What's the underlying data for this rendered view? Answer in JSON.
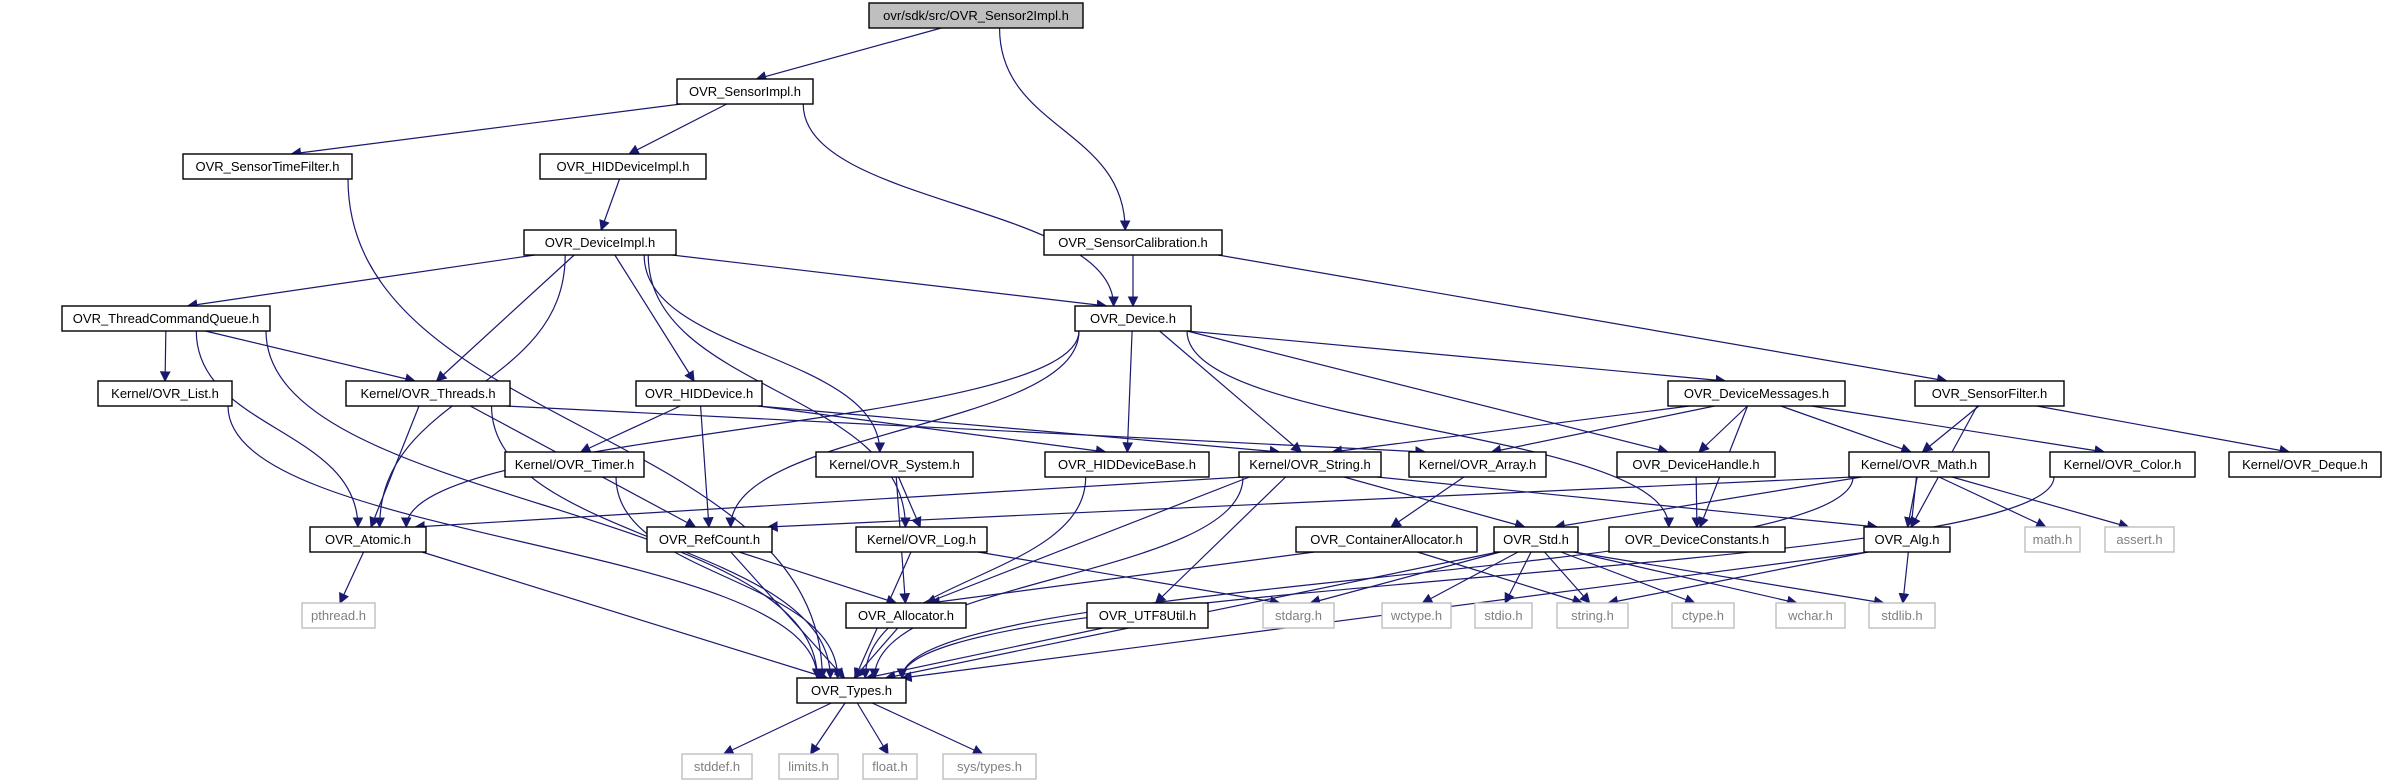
{
  "graph": {
    "title": "ovr/sdk/src/OVR_Sensor2Impl.h",
    "colors": {
      "edge": "#191970",
      "root_fill": "#bfbfbf",
      "system_border": "#bfbfbf",
      "system_text": "#808080"
    },
    "nodes": [
      {
        "id": "root",
        "label": "ovr/sdk/src/OVR_Sensor2Impl.h",
        "kind": "root"
      },
      {
        "id": "sensorimpl",
        "label": "OVR_SensorImpl.h",
        "kind": "project"
      },
      {
        "id": "sensortimefilter",
        "label": "OVR_SensorTimeFilter.h",
        "kind": "project"
      },
      {
        "id": "hiddeviceimpl",
        "label": "OVR_HIDDeviceImpl.h",
        "kind": "project"
      },
      {
        "id": "deviceimpl",
        "label": "OVR_DeviceImpl.h",
        "kind": "project"
      },
      {
        "id": "sensorcalibration",
        "label": "OVR_SensorCalibration.h",
        "kind": "project"
      },
      {
        "id": "threadcommandqueue",
        "label": "OVR_ThreadCommandQueue.h",
        "kind": "project"
      },
      {
        "id": "device",
        "label": "OVR_Device.h",
        "kind": "project"
      },
      {
        "id": "kernel_list",
        "label": "Kernel/OVR_List.h",
        "kind": "project"
      },
      {
        "id": "kernel_threads",
        "label": "Kernel/OVR_Threads.h",
        "kind": "project"
      },
      {
        "id": "hiddevice",
        "label": "OVR_HIDDevice.h",
        "kind": "project"
      },
      {
        "id": "devicemessages",
        "label": "OVR_DeviceMessages.h",
        "kind": "project"
      },
      {
        "id": "sensorfilter",
        "label": "OVR_SensorFilter.h",
        "kind": "project"
      },
      {
        "id": "kernel_timer",
        "label": "Kernel/OVR_Timer.h",
        "kind": "project"
      },
      {
        "id": "kernel_system",
        "label": "Kernel/OVR_System.h",
        "kind": "project"
      },
      {
        "id": "hiddevicebase",
        "label": "OVR_HIDDeviceBase.h",
        "kind": "project"
      },
      {
        "id": "kernel_string",
        "label": "Kernel/OVR_String.h",
        "kind": "project"
      },
      {
        "id": "kernel_array",
        "label": "Kernel/OVR_Array.h",
        "kind": "project"
      },
      {
        "id": "devicehandle",
        "label": "OVR_DeviceHandle.h",
        "kind": "project"
      },
      {
        "id": "kernel_math",
        "label": "Kernel/OVR_Math.h",
        "kind": "project"
      },
      {
        "id": "kernel_color",
        "label": "Kernel/OVR_Color.h",
        "kind": "project"
      },
      {
        "id": "kernel_deque",
        "label": "Kernel/OVR_Deque.h",
        "kind": "project"
      },
      {
        "id": "atomic",
        "label": "OVR_Atomic.h",
        "kind": "project"
      },
      {
        "id": "refcount",
        "label": "OVR_RefCount.h",
        "kind": "project"
      },
      {
        "id": "kernel_log",
        "label": "Kernel/OVR_Log.h",
        "kind": "project"
      },
      {
        "id": "containerallocator",
        "label": "OVR_ContainerAllocator.h",
        "kind": "project"
      },
      {
        "id": "std",
        "label": "OVR_Std.h",
        "kind": "project"
      },
      {
        "id": "deviceconstants",
        "label": "OVR_DeviceConstants.h",
        "kind": "project"
      },
      {
        "id": "alg",
        "label": "OVR_Alg.h",
        "kind": "project"
      },
      {
        "id": "math_h",
        "label": "math.h",
        "kind": "system"
      },
      {
        "id": "assert_h",
        "label": "assert.h",
        "kind": "system"
      },
      {
        "id": "pthread_h",
        "label": "pthread.h",
        "kind": "system"
      },
      {
        "id": "allocator",
        "label": "OVR_Allocator.h",
        "kind": "project"
      },
      {
        "id": "utf8util",
        "label": "OVR_UTF8Util.h",
        "kind": "project"
      },
      {
        "id": "stdarg_h",
        "label": "stdarg.h",
        "kind": "system"
      },
      {
        "id": "wctype_h",
        "label": "wctype.h",
        "kind": "system"
      },
      {
        "id": "stdio_h",
        "label": "stdio.h",
        "kind": "system"
      },
      {
        "id": "string_h",
        "label": "string.h",
        "kind": "system"
      },
      {
        "id": "ctype_h",
        "label": "ctype.h",
        "kind": "system"
      },
      {
        "id": "wchar_h",
        "label": "wchar.h",
        "kind": "system"
      },
      {
        "id": "stdlib_h",
        "label": "stdlib.h",
        "kind": "system"
      },
      {
        "id": "types",
        "label": "OVR_Types.h",
        "kind": "project"
      },
      {
        "id": "stddef_h",
        "label": "stddef.h",
        "kind": "system"
      },
      {
        "id": "limits_h",
        "label": "limits.h",
        "kind": "system"
      },
      {
        "id": "float_h",
        "label": "float.h",
        "kind": "system"
      },
      {
        "id": "systypes_h",
        "label": "sys/types.h",
        "kind": "system"
      }
    ],
    "edges": [
      [
        "root",
        "sensorimpl"
      ],
      [
        "root",
        "sensorcalibration"
      ],
      [
        "sensorimpl",
        "sensortimefilter"
      ],
      [
        "sensorimpl",
        "hiddeviceimpl"
      ],
      [
        "sensorimpl",
        "device"
      ],
      [
        "sensortimefilter",
        "types"
      ],
      [
        "hiddeviceimpl",
        "deviceimpl"
      ],
      [
        "deviceimpl",
        "threadcommandqueue"
      ],
      [
        "deviceimpl",
        "device"
      ],
      [
        "deviceimpl",
        "kernel_threads"
      ],
      [
        "deviceimpl",
        "atomic"
      ],
      [
        "deviceimpl",
        "hiddevice"
      ],
      [
        "deviceimpl",
        "kernel_system"
      ],
      [
        "deviceimpl",
        "kernel_log"
      ],
      [
        "sensorcalibration",
        "device"
      ],
      [
        "sensorcalibration",
        "sensorfilter"
      ],
      [
        "threadcommandqueue",
        "kernel_list"
      ],
      [
        "threadcommandqueue",
        "kernel_threads"
      ],
      [
        "threadcommandqueue",
        "atomic"
      ],
      [
        "threadcommandqueue",
        "types"
      ],
      [
        "device",
        "atomic"
      ],
      [
        "device",
        "refcount"
      ],
      [
        "device",
        "hiddevicebase"
      ],
      [
        "device",
        "kernel_string"
      ],
      [
        "device",
        "devicemessages"
      ],
      [
        "device",
        "devicehandle"
      ],
      [
        "device",
        "deviceconstants"
      ],
      [
        "kernel_list",
        "types"
      ],
      [
        "kernel_threads",
        "atomic"
      ],
      [
        "kernel_threads",
        "refcount"
      ],
      [
        "kernel_threads",
        "kernel_array"
      ],
      [
        "kernel_threads",
        "types"
      ],
      [
        "hiddevice",
        "kernel_timer"
      ],
      [
        "hiddevice",
        "refcount"
      ],
      [
        "hiddevice",
        "hiddevicebase"
      ],
      [
        "hiddevice",
        "kernel_string"
      ],
      [
        "devicemessages",
        "kernel_string"
      ],
      [
        "devicemessages",
        "kernel_array"
      ],
      [
        "devicemessages",
        "devicehandle"
      ],
      [
        "devicemessages",
        "kernel_math"
      ],
      [
        "devicemessages",
        "kernel_color"
      ],
      [
        "devicemessages",
        "deviceconstants"
      ],
      [
        "sensorfilter",
        "kernel_math"
      ],
      [
        "sensorfilter",
        "kernel_deque"
      ],
      [
        "sensorfilter",
        "alg"
      ],
      [
        "kernel_timer",
        "types"
      ],
      [
        "kernel_system",
        "kernel_log"
      ],
      [
        "kernel_system",
        "allocator"
      ],
      [
        "hiddevicebase",
        "types"
      ],
      [
        "kernel_string",
        "atomic"
      ],
      [
        "kernel_string",
        "allocator"
      ],
      [
        "kernel_string",
        "utf8util"
      ],
      [
        "kernel_string",
        "std"
      ],
      [
        "kernel_string",
        "alg"
      ],
      [
        "kernel_string",
        "types"
      ],
      [
        "kernel_array",
        "containerallocator"
      ],
      [
        "devicehandle",
        "deviceconstants"
      ],
      [
        "kernel_math",
        "refcount"
      ],
      [
        "kernel_math",
        "std"
      ],
      [
        "kernel_math",
        "alg"
      ],
      [
        "kernel_math",
        "math_h"
      ],
      [
        "kernel_math",
        "assert_h"
      ],
      [
        "kernel_math",
        "stdlib_h"
      ],
      [
        "kernel_math",
        "types"
      ],
      [
        "kernel_color",
        "types"
      ],
      [
        "atomic",
        "pthread_h"
      ],
      [
        "atomic",
        "types"
      ],
      [
        "refcount",
        "allocator"
      ],
      [
        "refcount",
        "types"
      ],
      [
        "kernel_log",
        "stdarg_h"
      ],
      [
        "kernel_log",
        "types"
      ],
      [
        "containerallocator",
        "allocator"
      ],
      [
        "containerallocator",
        "string_h"
      ],
      [
        "std",
        "stdarg_h"
      ],
      [
        "std",
        "wctype_h"
      ],
      [
        "std",
        "stdio_h"
      ],
      [
        "std",
        "string_h"
      ],
      [
        "std",
        "ctype_h"
      ],
      [
        "std",
        "wchar_h"
      ],
      [
        "std",
        "stdlib_h"
      ],
      [
        "std",
        "types"
      ],
      [
        "alg",
        "string_h"
      ],
      [
        "alg",
        "types"
      ],
      [
        "allocator",
        "types"
      ],
      [
        "utf8util",
        "types"
      ],
      [
        "types",
        "stddef_h"
      ],
      [
        "types",
        "limits_h"
      ],
      [
        "types",
        "float_h"
      ],
      [
        "types",
        "systypes_h"
      ]
    ]
  }
}
